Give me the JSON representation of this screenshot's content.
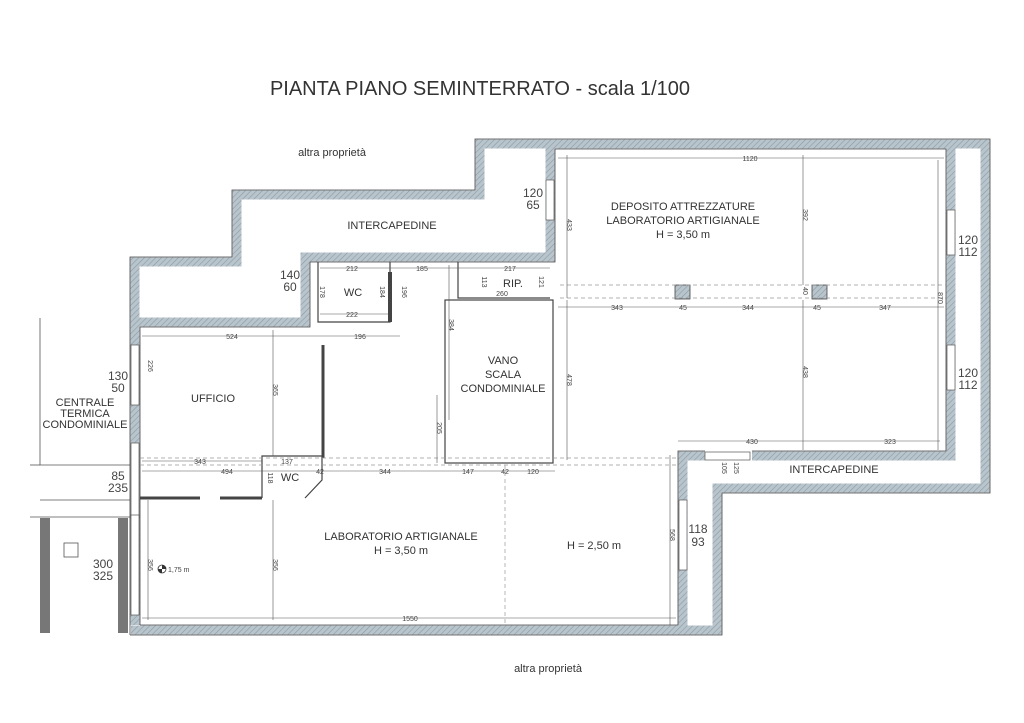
{
  "title": "PIANTA PIANO SEMINTERRATO - scala 1/100",
  "neighbors": {
    "top": "altra proprietà",
    "bottom": "altra proprietà"
  },
  "rooms": {
    "intercapedine_top": "INTERCAPEDINE",
    "intercapedine_right": "INTERCAPEDINE",
    "deposito": [
      "DEPOSITO ATTREZZATURE",
      "LABORATORIO ARTIGIANALE",
      "H = 3,50 m"
    ],
    "rip": "RIP.",
    "wc_top": "WC",
    "wc_small": "WC",
    "vano_scala": [
      "VANO",
      "SCALA",
      "CONDOMINIALE"
    ],
    "ufficio": "UFFICIO",
    "centrale": [
      "CENTRALE",
      "TERMICA",
      "CONDOMINIALE"
    ],
    "laboratorio": [
      "LABORATORIO ARTIGIANALE",
      "H = 3,50 m"
    ],
    "h250": "H = 2,50 m",
    "level": "1,75 m"
  },
  "wall_color": "#a9b7c0",
  "dims": [
    "1120",
    "433",
    "392",
    "120",
    "112",
    "120",
    "112",
    "870",
    "343",
    "45",
    "344",
    "45",
    "347",
    "40",
    "478",
    "438",
    "430",
    "323",
    "125",
    "105",
    "118",
    "93",
    "568",
    "1550",
    "356",
    "356",
    "300",
    "325",
    "85",
    "235",
    "130",
    "50",
    "226",
    "524",
    "196",
    "365",
    "343",
    "494",
    "137",
    "118",
    "42",
    "344",
    "147",
    "42",
    "120",
    "205",
    "384",
    "140",
    "60",
    "212",
    "185",
    "217",
    "113",
    "121",
    "260",
    "178",
    "184",
    "196",
    "222",
    "120",
    "65"
  ]
}
